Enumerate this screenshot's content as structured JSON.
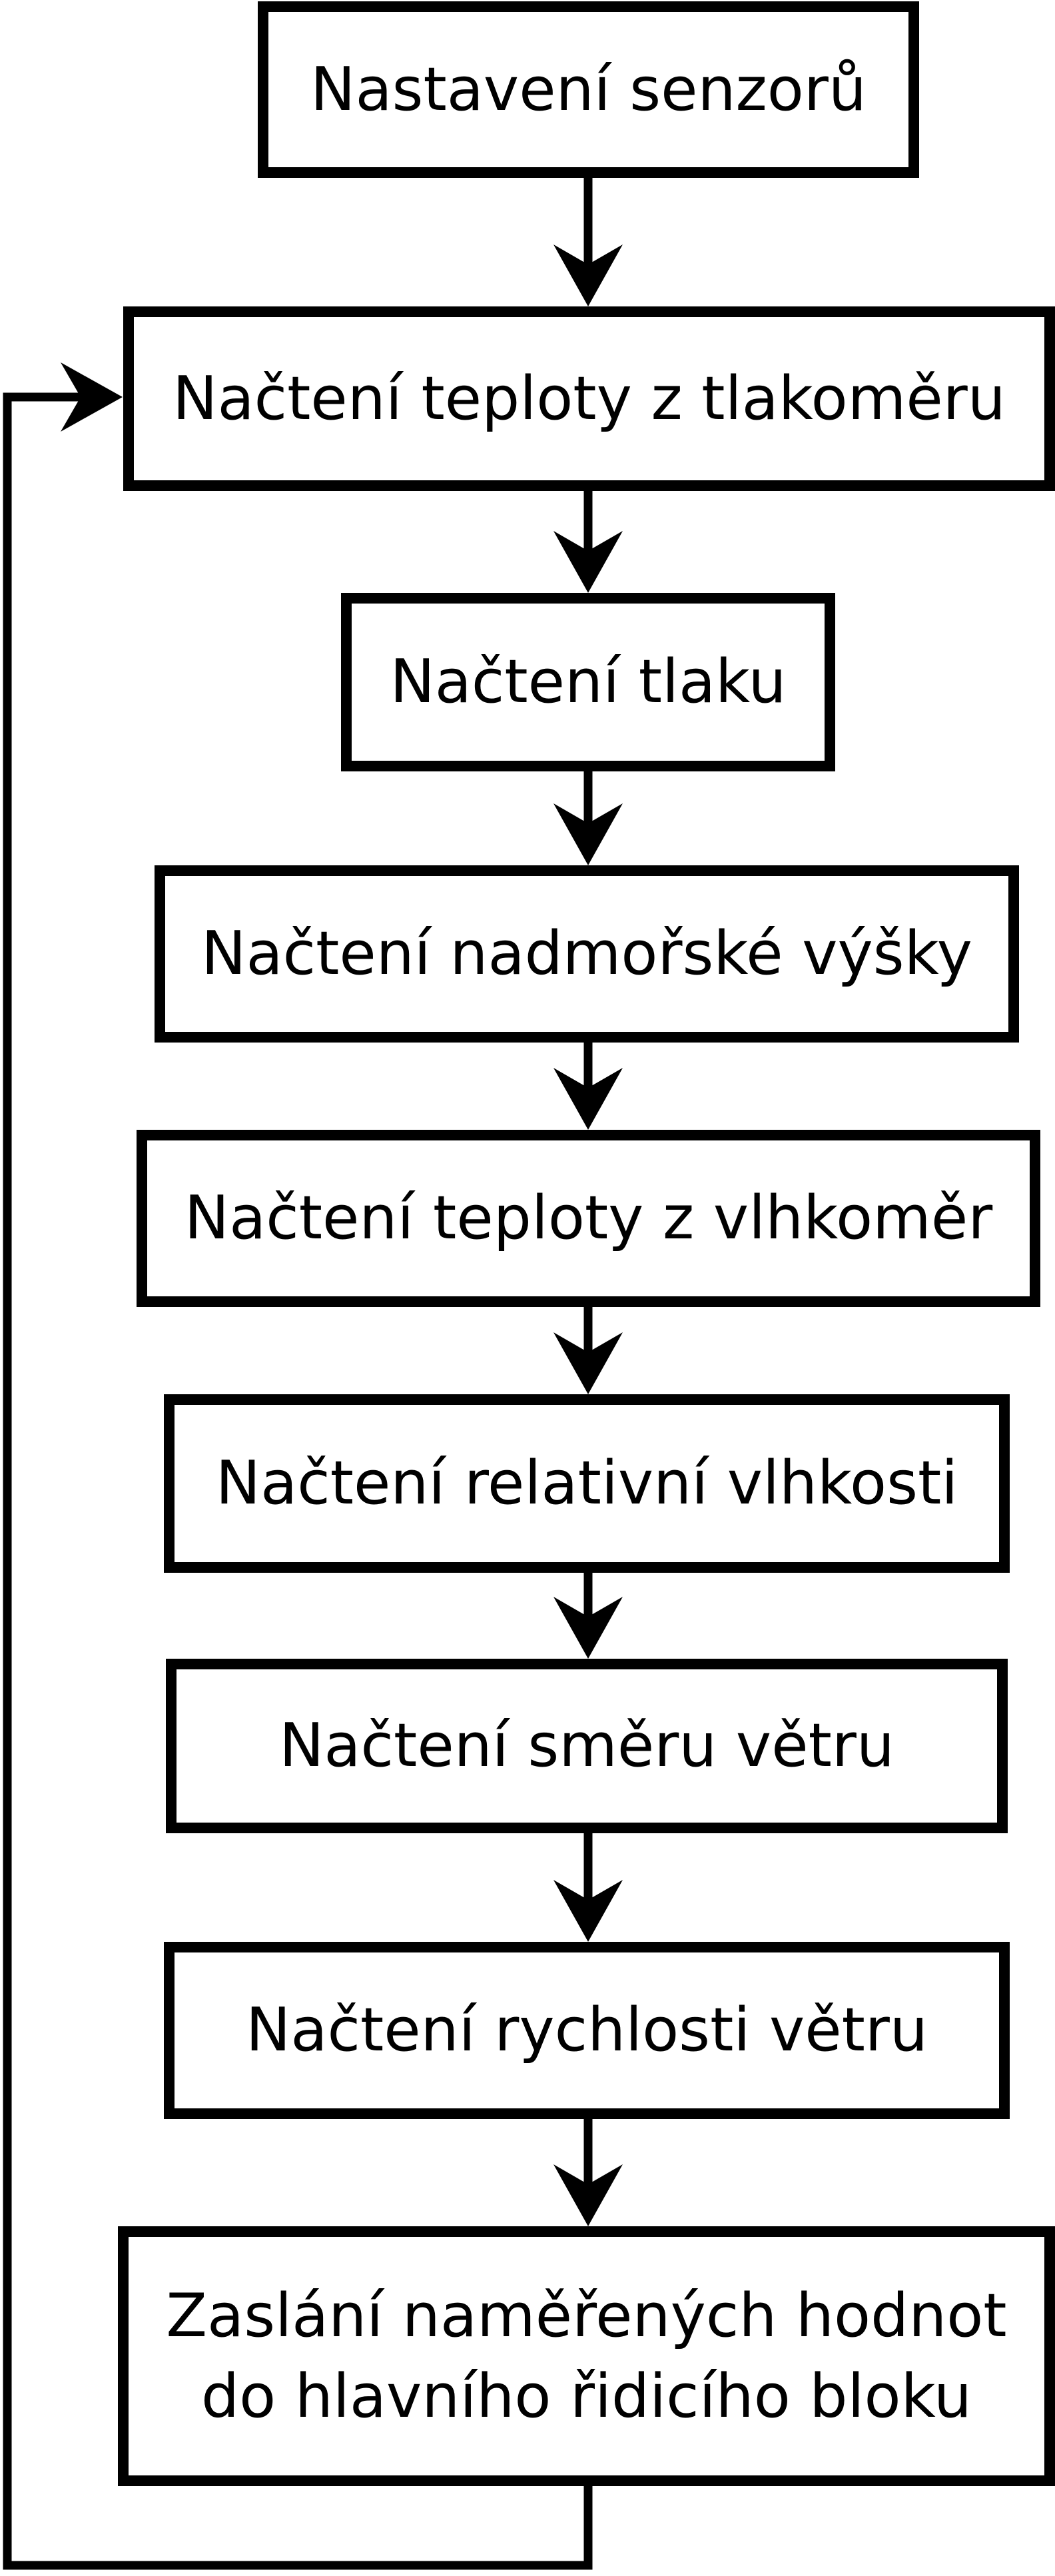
{
  "diagram": {
    "type": "flowchart",
    "language": "cs",
    "colors": {
      "node_border": "#000000",
      "node_fill": "#ffffff",
      "edge": "#000000",
      "background": "#ffffff"
    },
    "nodes": [
      {
        "id": "nastaveni-senzoru",
        "label": "Nastavení senzorů"
      },
      {
        "id": "nacteni-teploty-tlakomer",
        "label": "Načtení teploty z tlakoměru"
      },
      {
        "id": "nacteni-tlaku",
        "label": "Načtení tlaku"
      },
      {
        "id": "nacteni-nadmorske-vysky",
        "label": "Načtení nadmořské výšky"
      },
      {
        "id": "nacteni-teploty-vlhkomer",
        "label": "Načtení teploty z vlhkoměr"
      },
      {
        "id": "nacteni-relativni-vlhkosti",
        "label": "Načtení relativní vlhkosti"
      },
      {
        "id": "nacteni-smeru-vetru",
        "label": "Načtení směru větru"
      },
      {
        "id": "nacteni-rychlosti-vetru",
        "label": "Načtení rychlosti větru"
      },
      {
        "id": "zaslani-hodnot",
        "label": "Zaslání naměřených hodnot do hlavního řidicího bloku",
        "lines": [
          "Zaslání naměřených hodnot",
          "do hlavního řidicího bloku"
        ]
      }
    ],
    "edges": [
      {
        "from": "nastaveni-senzoru",
        "to": "nacteni-teploty-tlakomer"
      },
      {
        "from": "nacteni-teploty-tlakomer",
        "to": "nacteni-tlaku"
      },
      {
        "from": "nacteni-tlaku",
        "to": "nacteni-nadmorske-vysky"
      },
      {
        "from": "nacteni-nadmorske-vysky",
        "to": "nacteni-teploty-vlhkomer"
      },
      {
        "from": "nacteni-teploty-vlhkomer",
        "to": "nacteni-relativni-vlhkosti"
      },
      {
        "from": "nacteni-relativni-vlhkosti",
        "to": "nacteni-smeru-vetru"
      },
      {
        "from": "nacteni-smeru-vetru",
        "to": "nacteni-rychlosti-vetru"
      },
      {
        "from": "nacteni-rychlosti-vetru",
        "to": "zaslani-hodnot"
      },
      {
        "from": "zaslani-hodnot",
        "to": "nacteni-teploty-tlakomer",
        "kind": "loop-left"
      }
    ]
  }
}
